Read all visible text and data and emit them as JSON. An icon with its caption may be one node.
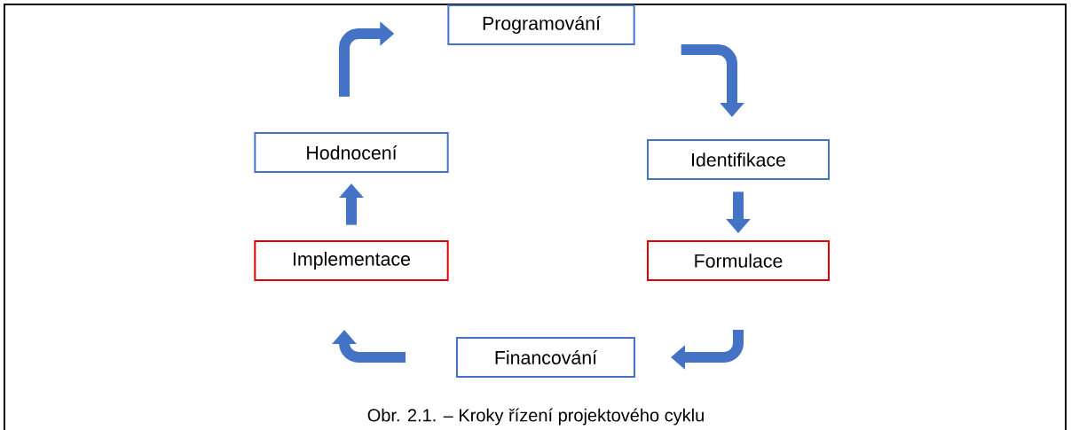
{
  "diagram": {
    "caption": "Obr. 2.1. – Kroky řízení projektového cyklu",
    "nodes": [
      {
        "text": [
          "Programování"
        ]
      },
      {
        "text": [
          "Identifikace"
        ]
      },
      {
        "text": [
          "Formulace"
        ]
      },
      {
        "text": [
          "Financování"
        ]
      },
      {
        "text": [
          "Implementace"
        ]
      },
      {
        "text": [
          "Hodnocení"
        ]
      }
    ],
    "edges": [
      {
        "from": 0,
        "to": 1,
        "arrow": "to"
      },
      {
        "from": 1,
        "to": 2,
        "arrow": "to"
      },
      {
        "from": 2,
        "to": 3,
        "arrow": "to"
      },
      {
        "from": 3,
        "to": 4,
        "arrow": "to"
      },
      {
        "from": 4,
        "to": 5,
        "arrow": "to"
      },
      {
        "from": 5,
        "to": 0,
        "arrow": "to"
      }
    ]
  }
}
